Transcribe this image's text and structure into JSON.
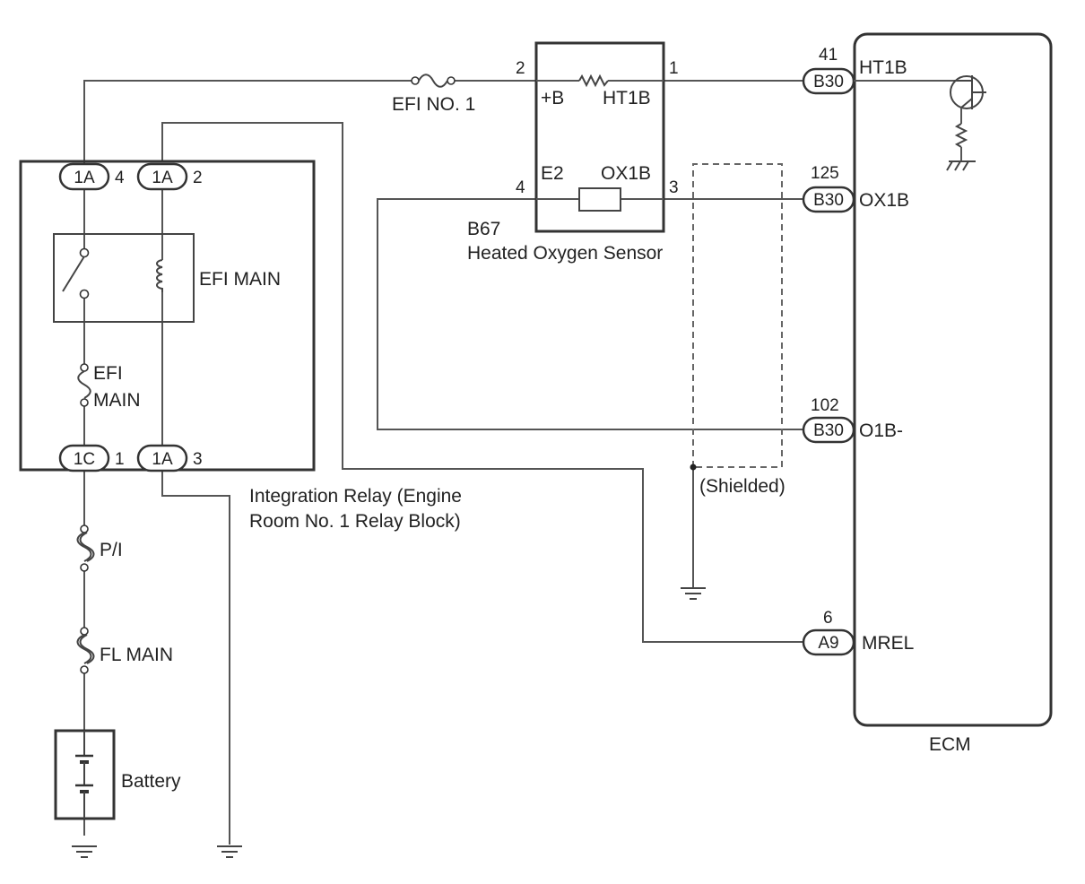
{
  "fuse_efi_no1": "EFI NO. 1",
  "sensor": {
    "code": "B67",
    "name": "Heated Oxygen Sensor",
    "pin_b_plus": "+B",
    "pin_ht1b": "HT1B",
    "pin_e2": "E2",
    "pin_ox1b": "OX1B",
    "n2": "2",
    "n1": "1",
    "n4": "4",
    "n3": "3"
  },
  "ecm": {
    "label": "ECM",
    "ht1b": {
      "num": "41",
      "conn": "B30",
      "sig": "HT1B"
    },
    "ox1b": {
      "num": "125",
      "conn": "B30",
      "sig": "OX1B"
    },
    "o1b": {
      "num": "102",
      "conn": "B30",
      "sig": "O1B-"
    },
    "mrel": {
      "num": "6",
      "conn": "A9",
      "sig": "MREL"
    }
  },
  "relay_block": {
    "c1": {
      "conn": "1A",
      "pin": "4"
    },
    "c2": {
      "conn": "1A",
      "pin": "2"
    },
    "c3": {
      "conn": "1C",
      "pin": "1"
    },
    "c4": {
      "conn": "1A",
      "pin": "3"
    },
    "relay_label": "EFI MAIN",
    "fuse_line1": "EFI",
    "fuse_line2": "MAIN",
    "caption_line1": "Integration Relay (Engine",
    "caption_line2": "Room No. 1 Relay Block)"
  },
  "shield_label": "(Shielded)",
  "fuse_pi": "P/I",
  "fuse_fl_main": "FL MAIN",
  "battery_label": "Battery"
}
